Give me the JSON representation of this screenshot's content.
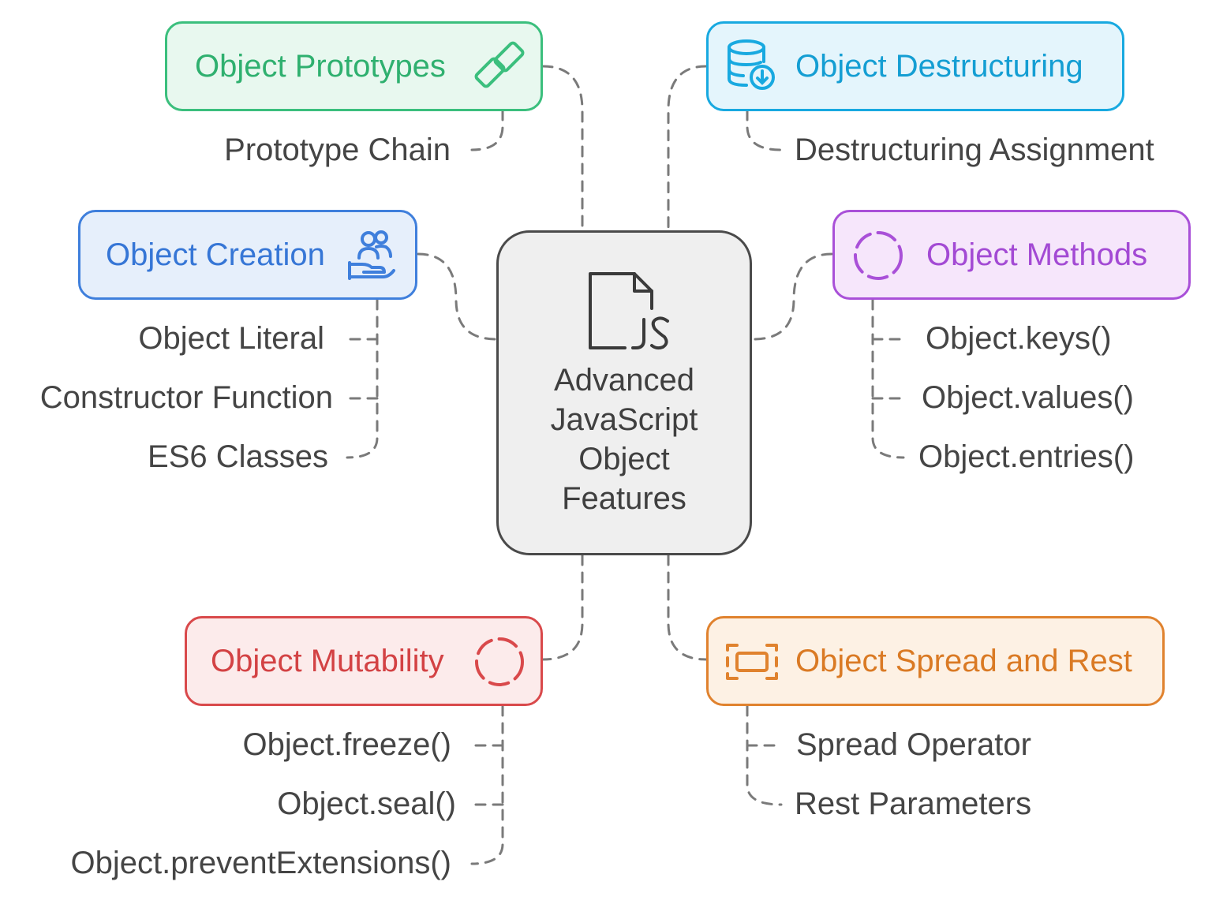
{
  "center": {
    "title": "Advanced\nJavaScript\nObject\nFeatures",
    "icon": "js-file-icon"
  },
  "topics": {
    "prototypes": {
      "label": "Object Prototypes",
      "icon": "link-icon",
      "color": "#3bbf7d",
      "bg": "#e8f8ef"
    },
    "destructuring": {
      "label": "Object Destructuring",
      "icon": "database-download-icon",
      "color": "#18a9e0",
      "bg": "#e4f5fc"
    },
    "creation": {
      "label": "Object Creation",
      "icon": "users-hand-icon",
      "color": "#3f7fdc",
      "bg": "#e6effb"
    },
    "methods": {
      "label": "Object Methods",
      "icon": "dashed-circle-icon",
      "color": "#a950d8",
      "bg": "#f6e6fb"
    },
    "mutability": {
      "label": "Object Mutability",
      "icon": "dashed-circle-icon",
      "color": "#d9494b",
      "bg": "#fcebeb"
    },
    "spread": {
      "label": "Object Spread and Rest",
      "icon": "frame-icon",
      "color": "#e0822e",
      "bg": "#fdf1e4"
    }
  },
  "leaves": {
    "prototypes": [
      "Prototype Chain"
    ],
    "destructuring": [
      "Destructuring Assignment"
    ],
    "creation": [
      "Object Literal",
      "Constructor Function",
      "ES6 Classes"
    ],
    "methods": [
      "Object.keys()",
      "Object.values()",
      "Object.entries()"
    ],
    "mutability": [
      "Object.freeze()",
      "Object.seal()",
      "Object.preventExtensions()"
    ],
    "spread": [
      "Spread Operator",
      "Rest Parameters"
    ]
  }
}
